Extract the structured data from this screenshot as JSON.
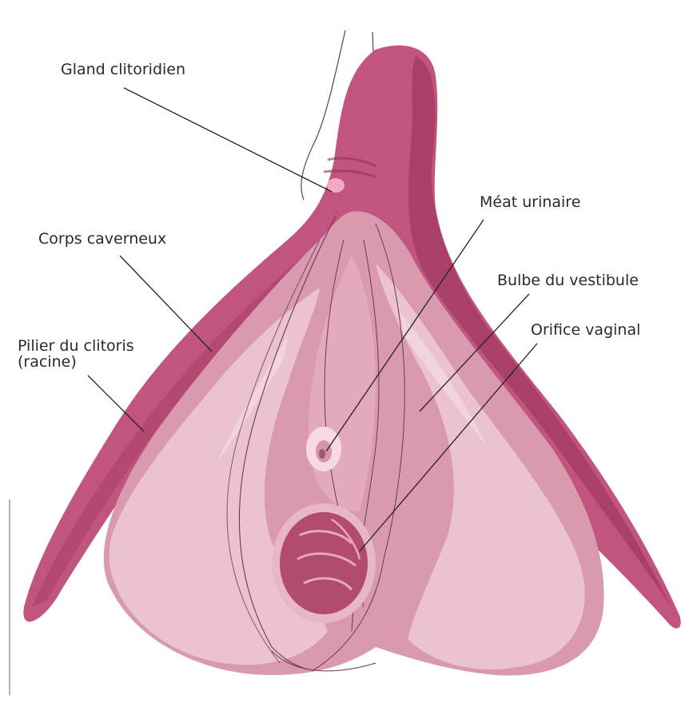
{
  "labels": {
    "gland": "Gland clitoridien",
    "corps": "Corps caverneux",
    "pilier_line1": "Pilier du clitoris",
    "pilier_line2": "(racine)",
    "meat": "Méat urinaire",
    "bulbe": "Bulbe du vestibule",
    "orifice": "Orifice vaginal"
  },
  "colors": {
    "background": "#ffffff",
    "outer_tissue": "#c2557f",
    "outer_tissue_dark": "#a8406a",
    "inner_tissue": "#d99aae",
    "bulb_light": "#ebc3cf",
    "bulb_lighter": "#f1d4dc",
    "glans_highlight": "#f2a9c2",
    "vaginal_orifice": "#b24c6c",
    "outline": "#6b3a4a",
    "leader_line": "#222222",
    "text": "#2a2a2a"
  },
  "icons": {
    "diagram": "clitoris-anatomy-illustration"
  }
}
